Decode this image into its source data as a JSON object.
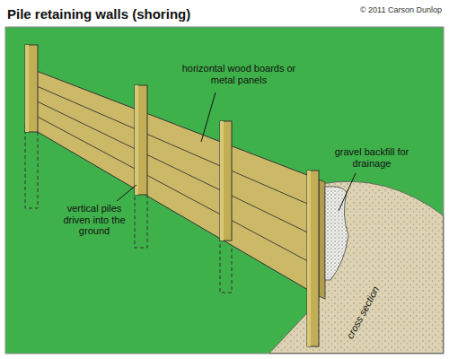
{
  "diagram": {
    "title": "Pile retaining walls (shoring)",
    "labels": [
      "© 2011 Carson Dunlop",
      "horizontal wood boards or metal panels",
      "gravel backfill for drainage",
      "vertical piles driven into the ground",
      "cross section"
    ]
  }
}
